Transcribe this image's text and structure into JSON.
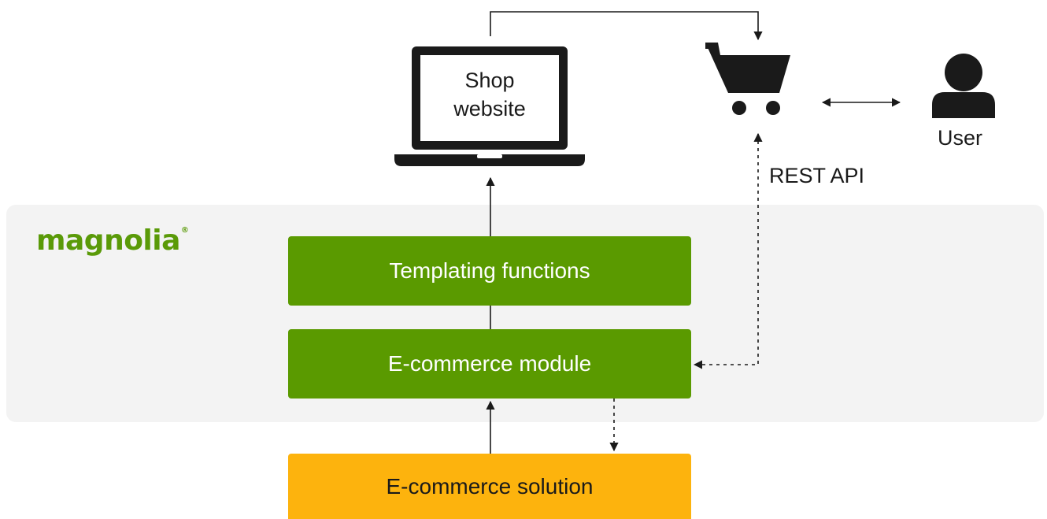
{
  "diagram": {
    "brand": "magnolia",
    "brand_mark": "®",
    "shop_website": {
      "line1": "Shop",
      "line2": "website"
    },
    "user_label": "User",
    "rest_api_label": "REST API",
    "templating_functions_label": "Templating functions",
    "ecommerce_module_label": "E-commerce module",
    "ecommerce_solution_label": "E-commerce solution",
    "icons": {
      "laptop": "laptop-icon",
      "cart": "shopping-cart-icon",
      "user": "user-icon"
    },
    "colors": {
      "brand_green": "#5a9a08",
      "box_green": "#5a9a00",
      "box_orange": "#fdb30d",
      "panel_gray": "#f3f3f3",
      "ink": "#1a1a1a"
    }
  }
}
